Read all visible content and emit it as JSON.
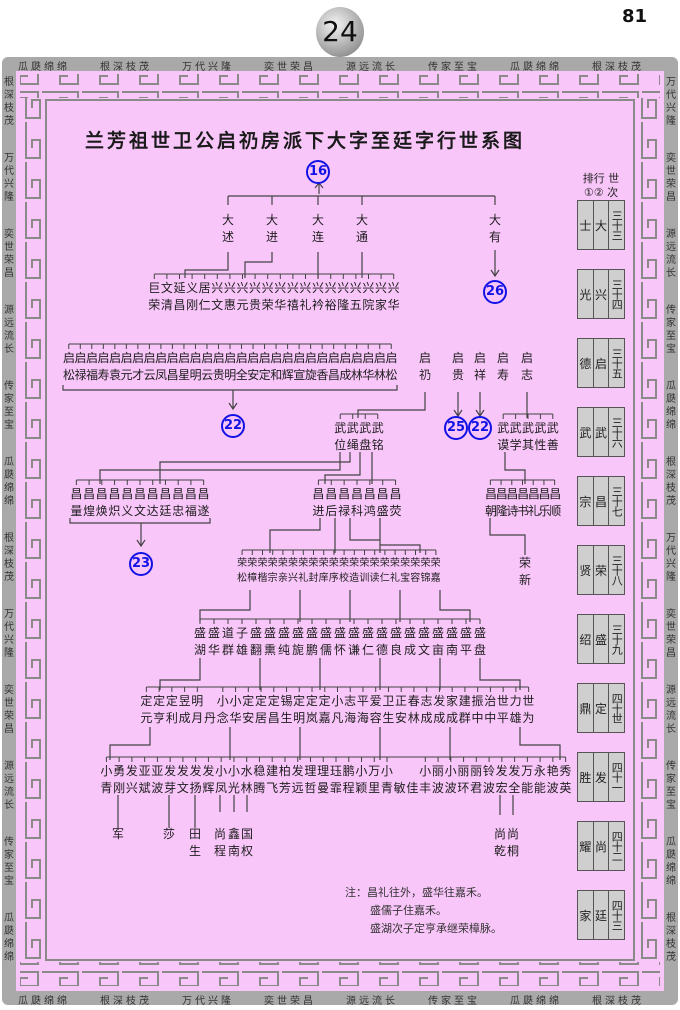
{
  "page": {
    "badge_number": "24",
    "page_number": "81"
  },
  "border": {
    "phrases": [
      "瓜瓞绵绵",
      "根深枝茂",
      "万代兴隆",
      "奕世荣昌",
      "源远流长",
      "传家至宝"
    ]
  },
  "title": "兰芳祖世卫公启礽房派下大字至廷字行世系图",
  "refs": {
    "top": "16",
    "dayou": "26",
    "qi_group": "22",
    "qi_gui": "25",
    "qi_xiang": "22",
    "chang_group": "23"
  },
  "da": [
    {
      "top": "大",
      "bottom": "述"
    },
    {
      "top": "大",
      "bottom": "进"
    },
    {
      "top": "大",
      "bottom": "连"
    },
    {
      "top": "大",
      "bottom": "通"
    },
    {
      "top": "大",
      "bottom": "有"
    }
  ],
  "xing_row": {
    "top": "巨文延义居兴兴兴兴兴兴兴兴兴兴兴兴兴兴兴",
    "bottom": "荣清昌刚仁文惠元贵荣华禧礼衿裕隆五院家华"
  },
  "qi_row": {
    "top": "启启启启启启启启启启启启启启启启启启启启启启启启启启启启启",
    "bottom": "松禄福寿袁元才云凤昌星明云贵明全安定和辉宣旋香昌成林华林松"
  },
  "qi_single": [
    {
      "top": "启",
      "bottom": "礽"
    },
    {
      "top": "启",
      "bottom": "贵"
    },
    {
      "top": "启",
      "bottom": "祥"
    },
    {
      "top": "启",
      "bottom": "寿"
    },
    {
      "top": "启",
      "bottom": "志"
    }
  ],
  "wu_row1": {
    "top": "武武武武",
    "bottom": "位绳盘铭"
  },
  "wu_row2": {
    "top": "武武武武武",
    "bottom": "谟学其性善"
  },
  "chang_row1": {
    "top": "昌昌昌昌昌昌昌昌昌昌昌",
    "bottom": "量煌焕炽义文达廷忠福遂"
  },
  "chang_row2": {
    "top": "昌昌昌昌昌昌昌",
    "bottom": "进后禄科鸿盛荧"
  },
  "chang_row3": {
    "top": "昌昌昌昌昌昌昌",
    "bottom": "朝隆诗书礼乐顺"
  },
  "rong_single": {
    "top": "荣",
    "bottom": "新"
  },
  "rong_row": {
    "top": "荣荣荣荣荣荣荣荣荣荣荣荣荣荣荣荣荣荣荣荣",
    "bottom": "松樟楷宗亲兴礼封庠序校造训读仁礼宝容锦嘉"
  },
  "sheng_row": {
    "top": "盛盛道子盛盛盛盛盛盛盛盛盛盛盛盛盛盛盛盛盛",
    "bottom": "湖华群雄翻熏纯旎鹏儒怀谦仁德良成文亩南平盘"
  },
  "ding_row": {
    "top": "定定定昱明　小小定定定锡定定定小志平爱卫正春志发家建振治世力世",
    "bottom": "元亨利成月丹念华安居昌生明岚嘉凡海海容生安林成成成群中中平雄为"
  },
  "fa_row": {
    "top": "小勇发亚亚发发发发小小水稳建柏发理理珏鹏小万小　　小丽小丽丽铃发发万永艳秀",
    "bottom": "青刚兴斌波芽文扬辉凤光林腾飞芳远哲曼霏程颖里青敏佳丰波波环君波宏全能能波英"
  },
  "descendants": [
    {
      "top": "",
      "bottom": "军"
    },
    {
      "top": "",
      "bottom": "莎"
    },
    {
      "top": "田",
      "bottom": "生"
    },
    {
      "top": "尚",
      "bottom": "程"
    },
    {
      "top": "鑫",
      "bottom": "南"
    },
    {
      "top": "国",
      "bottom": "权"
    },
    {
      "top": "尚",
      "bottom": "乾"
    },
    {
      "top": "尚",
      "bottom": "桐"
    }
  ],
  "notes": [
    "注：昌礼往外，盛华往嘉禾。",
    "盛儒子住嘉禾。",
    "盛湖次子定亨承继荣樟脉。"
  ],
  "generations": {
    "header_rank": "排行",
    "header_rank_sub": "①②",
    "header_gen": "世",
    "header_gen_sub": "次",
    "rows": [
      {
        "a": "士",
        "b": "大",
        "gen": "三十三"
      },
      {
        "a": "光",
        "b": "兴",
        "gen": "三十四"
      },
      {
        "a": "德",
        "b": "启",
        "gen": "三十五"
      },
      {
        "a": "武",
        "b": "武",
        "gen": "三十六"
      },
      {
        "a": "宗",
        "b": "昌",
        "gen": "三十七"
      },
      {
        "a": "贤",
        "b": "荣",
        "gen": "三十八"
      },
      {
        "a": "绍",
        "b": "盛",
        "gen": "三十九"
      },
      {
        "a": "鼎",
        "b": "定",
        "gen": "四十世"
      },
      {
        "a": "胜",
        "b": "发",
        "gen": "四十一"
      },
      {
        "a": "耀",
        "b": "尚",
        "gen": "四十二"
      },
      {
        "a": "家",
        "b": "廷",
        "gen": "四十三"
      }
    ]
  }
}
